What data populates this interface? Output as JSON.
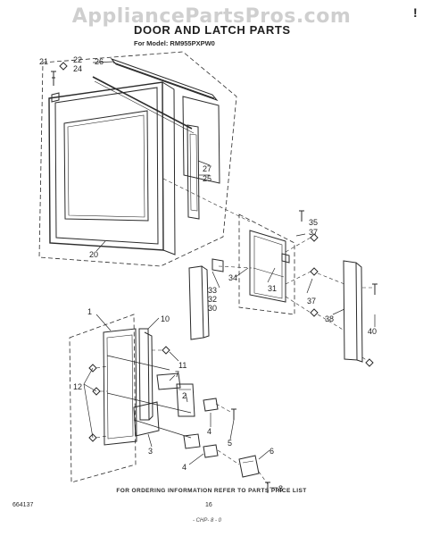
{
  "watermark": "AppliancePartsPros.com",
  "title": "DOOR AND LATCH PARTS",
  "model": "For Model: RM955PXPW0",
  "corner_mark": "!",
  "footer_note": "FOR ORDERING INFORMATION REFER TO PARTS PRICE LIST",
  "left_code": "664137",
  "page_number": "16",
  "bottom_code": "- CHP- 8 - 0",
  "callouts": {
    "c21": "21",
    "c22": "22",
    "c24": "24",
    "c26": "26",
    "c27": "27",
    "c25": "25",
    "c20": "20",
    "c35": "35",
    "c37a": "37",
    "c34": "34",
    "c31": "31",
    "c33": "33",
    "c32": "32",
    "c30": "30",
    "c37b": "37",
    "c38": "38",
    "c40": "40",
    "c1": "1",
    "c10": "10",
    "c11": "11",
    "c7": "7",
    "c12": "12",
    "c2": "2",
    "c4a": "4",
    "c5": "5",
    "c3": "3",
    "c6": "6",
    "c4b": "4",
    "c8": "8"
  }
}
